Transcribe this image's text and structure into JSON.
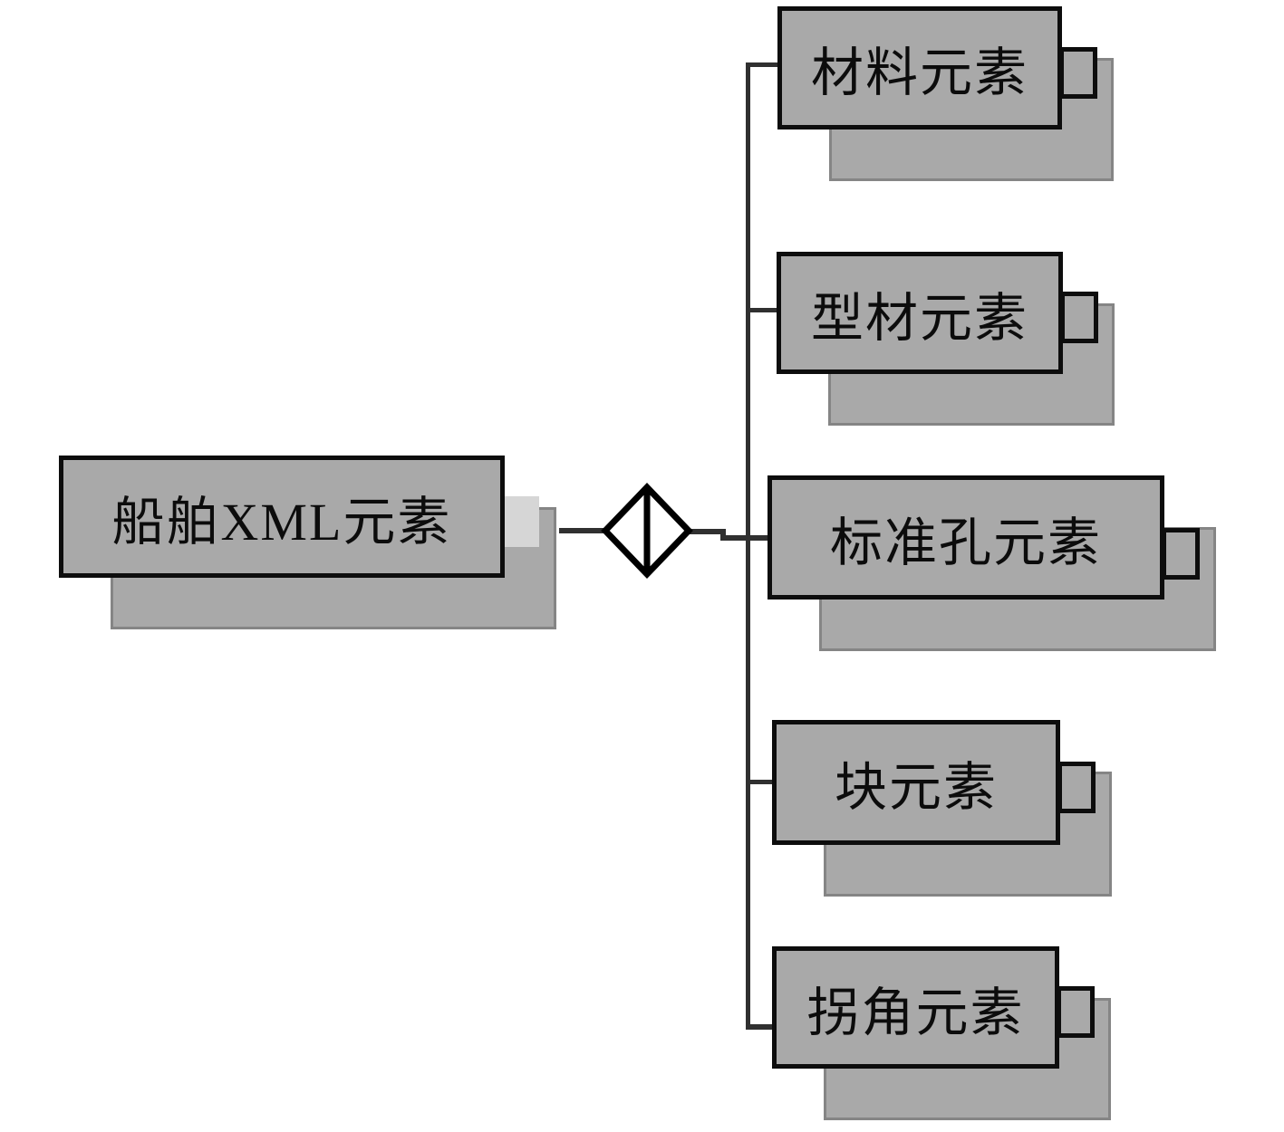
{
  "diagram": {
    "root": {
      "label": "船舶XML元素"
    },
    "connector": {
      "shape": "diamond",
      "name": "choice-diamond"
    },
    "children": [
      {
        "label": "材料元素"
      },
      {
        "label": "型材元素"
      },
      {
        "label": "标准孔元素"
      },
      {
        "label": "块元素"
      },
      {
        "label": "拐角元素"
      }
    ],
    "colors": {
      "background": "#ffffff",
      "box_fill": "#a9a9a9",
      "box_border": "#0d0d0d",
      "shadow_fill": "#a9a9a9",
      "shadow_border": "#858585",
      "tab_fill": "#a9a9a9",
      "root_tab_fill": "#d6d6d6",
      "line": "#303030",
      "diamond_fill": "#ffffff",
      "diamond_stroke": "#000000",
      "text": "#0c0c0c"
    }
  }
}
